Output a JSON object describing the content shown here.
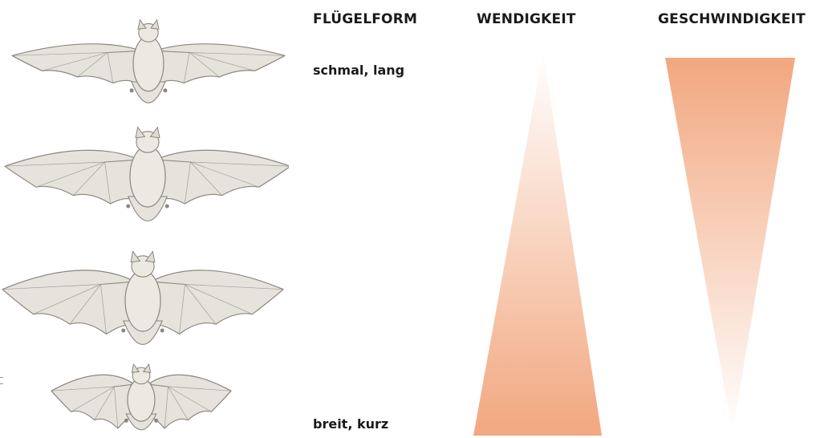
{
  "headers": {
    "wing_shape": "FLÜGELFORM",
    "agility": "WENDIGKEIT",
    "speed": "GESCHWINDIGKEIT"
  },
  "wing_labels": {
    "top": "schmal, lang",
    "bottom": "breit, kurz"
  },
  "colors": {
    "gradient_strong": "#f2a77f",
    "gradient_light": "#ffffff",
    "bat_fill": "#e6e2dc",
    "bat_stroke": "#8c8680"
  },
  "scales": {
    "agility_direction": "increases downward",
    "speed_direction": "decreases downward"
  },
  "bats": [
    {
      "wing": "narrow-long",
      "icon": "bat-illustration"
    },
    {
      "wing": "medium",
      "icon": "bat-illustration"
    },
    {
      "wing": "wide",
      "icon": "bat-illustration"
    },
    {
      "wing": "broad-short",
      "icon": "bat-illustration"
    }
  ]
}
